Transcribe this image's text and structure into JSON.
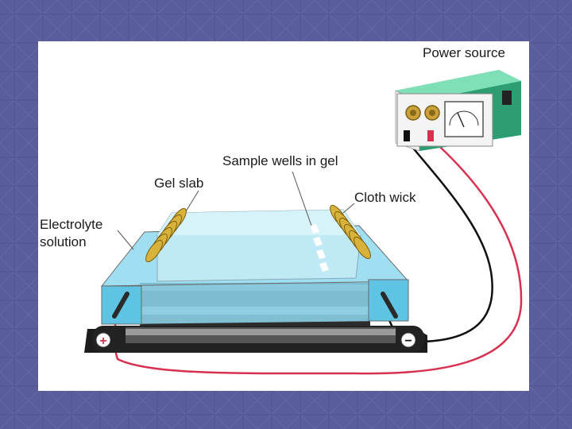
{
  "labels": {
    "power_source": "Power source",
    "sample_wells": "Sample wells in gel",
    "gel_slab": "Gel slab",
    "cloth_wick": "Cloth wick",
    "electrolyte_line1": "Electrolyte",
    "electrolyte_line2": "solution"
  },
  "terminals": {
    "positive": "+",
    "negative": "−"
  },
  "colors": {
    "slide_background": "#5a5d9c",
    "electrolyte": "#8fd8ee",
    "gel": "#bfeaf5",
    "power_source_body": "#3fb98a",
    "red_wire": "#d8304f",
    "black_wire": "#111111",
    "wick": "#d9b23a"
  }
}
